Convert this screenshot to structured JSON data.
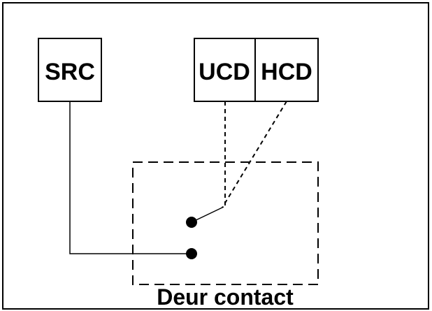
{
  "diagram": {
    "nodes": {
      "src": {
        "label": "SRC"
      },
      "ucd": {
        "label": "UCD"
      },
      "hcd": {
        "label": "HCD"
      }
    },
    "switch_label": "Deur contact",
    "colors": {
      "stroke": "#000000",
      "background": "#ffffff"
    },
    "connections": [
      {
        "from": "src",
        "to": "switch-lower-terminal",
        "style": "solid"
      },
      {
        "from": "ucd",
        "to": "switch-pivot",
        "style": "dashed"
      },
      {
        "from": "hcd",
        "to": "switch-pivot",
        "style": "dashed"
      },
      {
        "from": "switch-upper-terminal",
        "to": "switch-pivot",
        "style": "solid"
      }
    ]
  }
}
